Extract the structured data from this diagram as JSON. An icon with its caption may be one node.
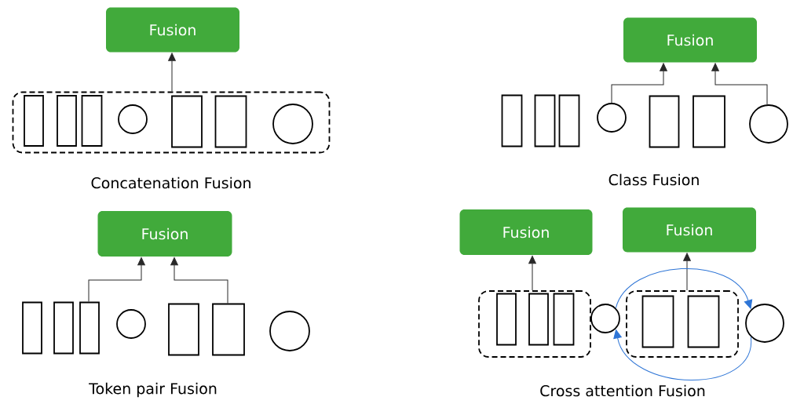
{
  "diagram": {
    "nodes": [
      {
        "text": [
          "Fusion"
        ]
      },
      {
        "text": [],
        "shape": "box"
      },
      {
        "text": [],
        "shape": "box",
        "in": 1
      },
      {
        "text": [],
        "shape": "box",
        "in": 1
      },
      {
        "text": [],
        "shape": "box",
        "in": 1
      },
      {
        "text": [],
        "shape": "circle",
        "in": 1
      },
      {
        "text": [],
        "shape": "box",
        "in": 1
      },
      {
        "text": [],
        "shape": "box",
        "in": 1
      },
      {
        "text": [],
        "shape": "circle",
        "in": 1
      },
      {
        "text": [
          "Fusion"
        ]
      },
      {
        "text": [],
        "shape": "box"
      },
      {
        "text": [],
        "shape": "box"
      },
      {
        "text": [],
        "shape": "box"
      },
      {
        "text": [],
        "shape": "circle"
      },
      {
        "text": [],
        "shape": "box"
      },
      {
        "text": [],
        "shape": "box"
      },
      {
        "text": [],
        "shape": "circle"
      },
      {
        "text": [
          "Fusion"
        ]
      },
      {
        "text": [],
        "shape": "box"
      },
      {
        "text": [],
        "shape": "box"
      },
      {
        "text": [],
        "shape": "box"
      },
      {
        "text": [],
        "shape": "circle"
      },
      {
        "text": [],
        "shape": "box"
      },
      {
        "text": [],
        "shape": "box"
      },
      {
        "text": [],
        "shape": "circle"
      },
      {
        "text": [
          "Fusion"
        ]
      },
      {
        "text": [
          "Fusion"
        ]
      },
      {
        "text": [],
        "shape": "box"
      },
      {
        "text": [],
        "shape": "box",
        "in": 27
      },
      {
        "text": [],
        "shape": "box",
        "in": 27
      },
      {
        "text": [],
        "shape": "box",
        "in": 27
      },
      {
        "text": [],
        "shape": "circle"
      },
      {
        "text": [],
        "shape": "box"
      },
      {
        "text": [],
        "shape": "box",
        "in": 32
      },
      {
        "text": [],
        "shape": "box",
        "in": 32
      },
      {
        "text": [],
        "shape": "circle"
      }
    ],
    "edges": [
      {
        "from": 1,
        "to": 0,
        "arrow": "to"
      },
      {
        "from": 13,
        "to": 9,
        "arrow": "to"
      },
      {
        "from": 16,
        "to": 9,
        "arrow": "to"
      },
      {
        "from": 20,
        "to": 17,
        "arrow": "to"
      },
      {
        "from": 23,
        "to": 17,
        "arrow": "to"
      },
      {
        "from": 27,
        "to": 25,
        "arrow": "to"
      },
      {
        "from": 32,
        "to": 26,
        "arrow": "to"
      },
      {
        "from": 31,
        "to": 35,
        "arrow": "to",
        "color": "#2e75d6"
      },
      {
        "from": 35,
        "to": 31,
        "arrow": "to",
        "color": "#2e75d6"
      }
    ],
    "labels": [
      "Concatenation Fusion",
      "Class Fusion",
      "Token pair Fusion",
      "Cross attention Fusion"
    ]
  }
}
